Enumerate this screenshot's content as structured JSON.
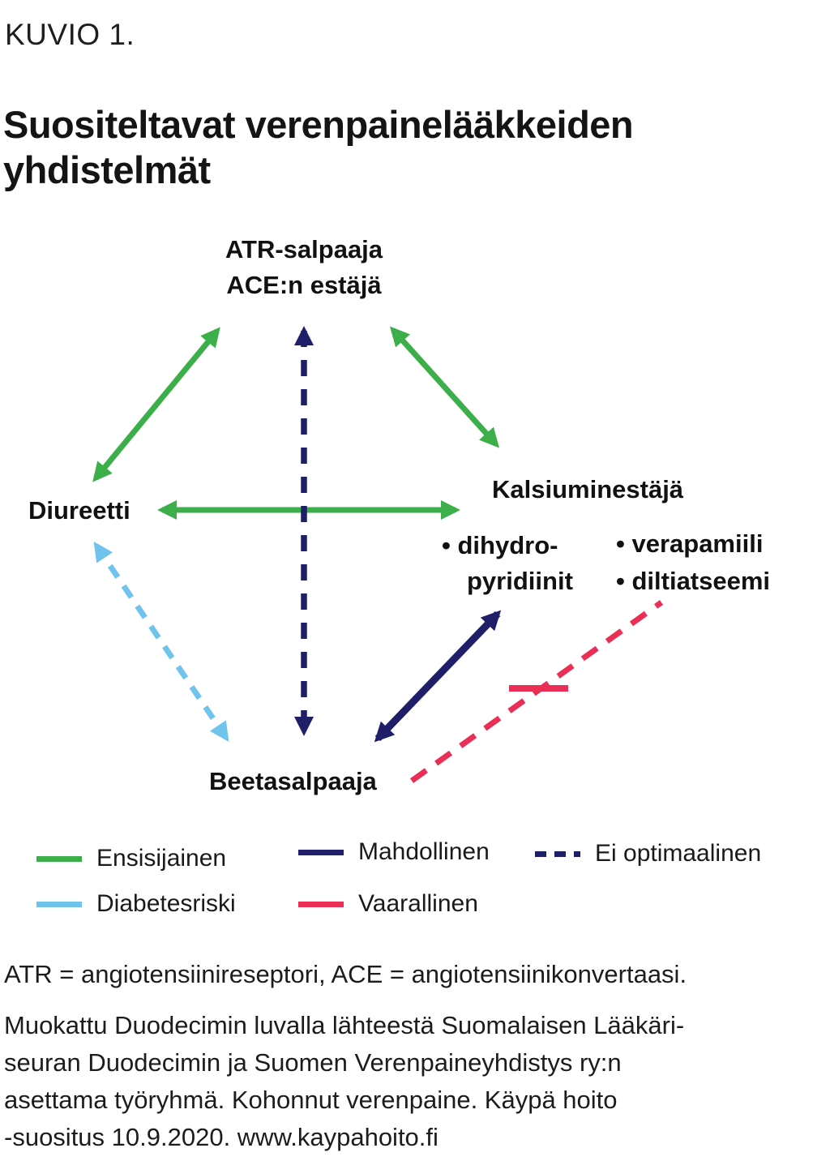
{
  "colors": {
    "green": "#3caf4a",
    "navy": "#1e1e69",
    "light_blue": "#70c3ed",
    "red": "#ea2e55",
    "text": "#1a1a1a"
  },
  "header": {
    "kicker": "KUVIO 1.",
    "title_line1": "Suositeltavat verenpainelääkkeiden",
    "title_line2": "yhdistelmät"
  },
  "diagram": {
    "nodes": {
      "atr_line1": "ATR-salpaaja",
      "atr_line2": "ACE:n estäjä",
      "diureetti": "Diureetti",
      "kalsium": "Kalsiuminestäjä",
      "dihydro_line1": "• dihydro-",
      "dihydro_line2": "pyridiinit",
      "verapamiili": "• verapamiili",
      "diltiatseemi": "• diltiatseemi",
      "beeta": "Beetasalpaaja"
    },
    "connections": [
      {
        "from": "Diureetti",
        "to": "ATR-salpaaja / ACE:n estäjä",
        "type": "Ensisijainen",
        "style": "solid",
        "color": "green",
        "arrows": "both"
      },
      {
        "from": "ATR-salpaaja / ACE:n estäjä",
        "to": "Kalsiuminestäjä",
        "type": "Ensisijainen",
        "style": "solid",
        "color": "green",
        "arrows": "both"
      },
      {
        "from": "Diureetti",
        "to": "Kalsiuminestäjä",
        "type": "Ensisijainen",
        "style": "solid",
        "color": "green",
        "arrows": "both"
      },
      {
        "from": "ATR-salpaaja / ACE:n estäjä",
        "to": "Beetasalpaaja",
        "type": "Ei optimaalinen",
        "style": "dashed",
        "color": "navy",
        "arrows": "both"
      },
      {
        "from": "Diureetti",
        "to": "Beetasalpaaja",
        "type": "Diabetesriski",
        "style": "dashed",
        "color": "light_blue",
        "arrows": "both"
      },
      {
        "from": "Beetasalpaaja",
        "to": "dihydropyridiinit",
        "type": "Mahdollinen",
        "style": "solid",
        "color": "navy",
        "arrows": "both"
      },
      {
        "from": "Beetasalpaaja",
        "to": "verapamiili / diltiatseemi",
        "type": "Vaarallinen",
        "style": "dashed",
        "color": "red",
        "arrows": "none",
        "blocked_marker": true
      }
    ]
  },
  "legend": [
    {
      "label": "Ensisijainen",
      "style": "solid",
      "color": "green"
    },
    {
      "label": "Mahdollinen",
      "style": "solid",
      "color": "navy"
    },
    {
      "label": "Ei optimaalinen",
      "style": "dashed",
      "color": "navy"
    },
    {
      "label": "Diabetesriski",
      "style": "solid",
      "color": "light_blue"
    },
    {
      "label": "Vaarallinen",
      "style": "solid",
      "color": "red"
    }
  ],
  "footnotes": {
    "abbr": "ATR = angiotensiinireseptori, ACE = angiotensiinikonvertaasi.",
    "source_lines": [
      "Muokattu Duodecimin luvalla lähteestä Suomalaisen Lääkäri-",
      "seuran Duodecimin ja Suomen Verenpaineyhdistys ry:n",
      "asettama työryhmä. Kohonnut verenpaine. Käypä hoito",
      "-suositus 10.9.2020. www.kaypahoito.fi"
    ]
  }
}
